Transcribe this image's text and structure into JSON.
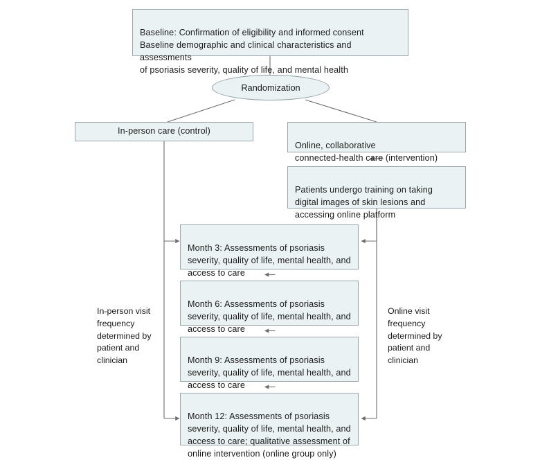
{
  "diagram": {
    "type": "study-flow-chart",
    "background_color": "#ffffff",
    "node_fill_color": "#eaf2f3",
    "node_border_color": "#9aa6ab",
    "text_color": "#1a1a1a",
    "line_color": "#6d6d6d"
  },
  "nodes": {
    "baseline": {
      "text": "Baseline: Confirmation of eligibility and informed consent\nBaseline demographic and clinical characteristics and assessments\nof psoriasis severity, quality of life, and mental health"
    },
    "randomization": {
      "label": "Randomization"
    },
    "control_arm": {
      "label": "In-person care (control)"
    },
    "intervention_arm": {
      "text": "Online, collaborative\nconnected-health care (intervention)"
    },
    "training": {
      "text": "Patients undergo training on taking\ndigital images of skin lesions and\naccessing online platform"
    },
    "month_3": {
      "text": "Month 3: Assessments of psoriasis\nseverity, quality of life, mental health, and\naccess to care"
    },
    "month_6": {
      "text": "Month 6: Assessments of psoriasis\nseverity, quality of life, mental health, and\naccess to care"
    },
    "month_9": {
      "text": "Month 9: Assessments of psoriasis\nseverity, quality of life, mental health, and\naccess to care"
    },
    "month_12": {
      "text": "Month 12: Assessments of psoriasis\nseverity, quality of life, mental health, and\naccess to care; qualitative assessment of\nonline intervention (online group only)"
    }
  },
  "annotations": {
    "left_note": {
      "text": "In-person visit\nfrequency\ndetermined by\npatient and\nclinician"
    },
    "right_note": {
      "text": "Online visit\nfrequency\ndetermined by\npatient and\nclinician"
    }
  }
}
